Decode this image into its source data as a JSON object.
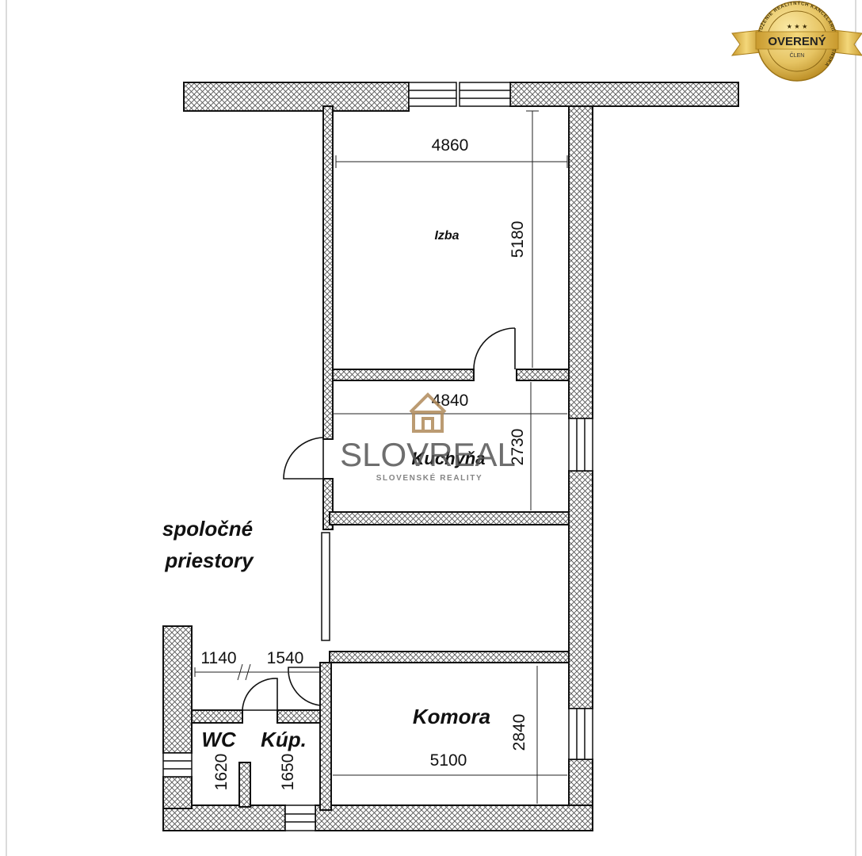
{
  "badge": {
    "title": "OVERENÝ",
    "subtitle": "ČLEN",
    "ring_text": "ZDRUŽENIE REALITNÝCH KANCELÁRIÍ SLOVENSKA",
    "colors": {
      "gold_light": "#f4dc8a",
      "gold_dark": "#b8891f"
    }
  },
  "watermark": {
    "brand": "SLOVREAL",
    "tagline": "SLOVENSKÉ REALITY",
    "icon": "house-icon",
    "color": "#b08a5a"
  },
  "rooms": {
    "izba": "Izba",
    "kuchyna": "Kuchyňa",
    "komora": "Komora",
    "wc": "WC",
    "kupelna": "Kúp.",
    "common": [
      "spoločné",
      "priestory"
    ]
  },
  "dimensions": {
    "izba_width": "4860",
    "izba_depth": "5180",
    "kuchyna_width": "4840",
    "kuchyna_depth": "2730",
    "komora_width": "5100",
    "komora_depth": "2840",
    "corridor_a": "1140",
    "corridor_b": "1540",
    "wc_depth": "1620",
    "kupelna_depth": "1650"
  }
}
